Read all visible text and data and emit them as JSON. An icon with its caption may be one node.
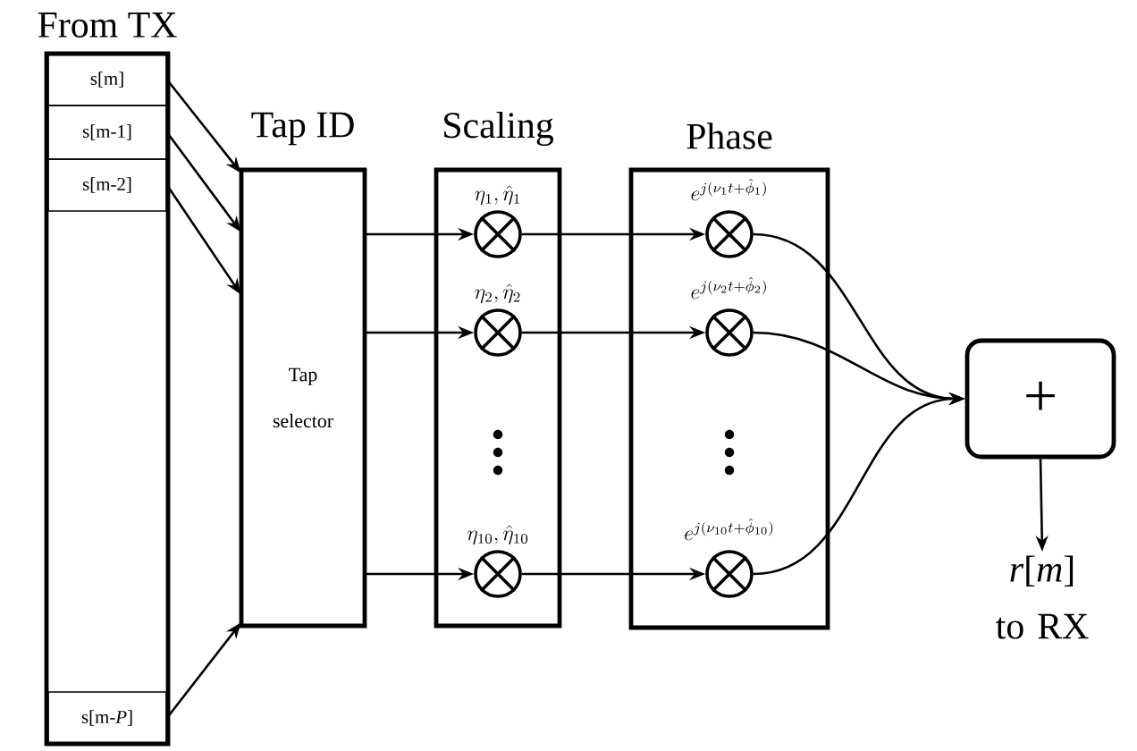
{
  "diagram": {
    "nodes": [
      {
        "text": [
          "From TX"
        ]
      },
      {
        "text": [
          "s[m]"
        ],
        "in": 0
      },
      {
        "text": [
          "s[m-1]"
        ],
        "in": 0
      },
      {
        "text": [
          "s[m-2]"
        ],
        "in": 0
      },
      {
        "text": [
          "s[m-*P*]"
        ],
        "in": 0
      },
      {
        "text": [
          "Tap ID",
          "Tap selector"
        ]
      },
      {
        "text": [
          "Scaling"
        ]
      },
      {
        "text": [],
        "shape": "circle",
        "in": 6,
        "beside": [
          "\\eta_1,\\hat{\\eta}_1"
        ]
      },
      {
        "text": [],
        "shape": "circle",
        "in": 6,
        "beside": [
          "\\eta_2,\\hat{\\eta}_2"
        ]
      },
      {
        "text": [],
        "shape": "circle",
        "in": 6,
        "beside": [
          "\\eta_{10},\\hat{\\eta}_{10}"
        ]
      },
      {
        "text": [
          "Phase"
        ]
      },
      {
        "text": [],
        "shape": "circle",
        "in": 10,
        "beside": [
          "e^{j(\\nu_1 t+\\hat{\\phi}_1)}"
        ]
      },
      {
        "text": [],
        "shape": "circle",
        "in": 10,
        "beside": [
          "e^{j(\\nu_2 t+\\hat{\\phi}_2)}"
        ]
      },
      {
        "text": [],
        "shape": "circle",
        "in": 10,
        "beside": [
          "e^{j(\\nu_{10} t+\\hat{\\phi}_{10})}"
        ]
      },
      {
        "text": [
          "+"
        ]
      },
      {
        "text": [
          "*r*[*m*] to RX"
        ]
      }
    ],
    "edges": [
      {
        "from": 1,
        "to": 5,
        "arrow": "to"
      },
      {
        "from": 2,
        "to": 5,
        "arrow": "to"
      },
      {
        "from": 3,
        "to": 5,
        "arrow": "to"
      },
      {
        "from": 4,
        "to": 5,
        "arrow": "to"
      },
      {
        "from": 5,
        "to": 7,
        "arrow": "to"
      },
      {
        "from": 5,
        "to": 8,
        "arrow": "to"
      },
      {
        "from": 5,
        "to": 9,
        "arrow": "to"
      },
      {
        "from": 7,
        "to": 11,
        "arrow": "to"
      },
      {
        "from": 8,
        "to": 12,
        "arrow": "to"
      },
      {
        "from": 9,
        "to": 13,
        "arrow": "to"
      },
      {
        "from": 11,
        "to": 14,
        "arrow": "to"
      },
      {
        "from": 12,
        "to": 14,
        "arrow": "to"
      },
      {
        "from": 13,
        "to": 14,
        "arrow": "to"
      },
      {
        "from": 14,
        "to": 15,
        "arrow": "to"
      }
    ]
  }
}
